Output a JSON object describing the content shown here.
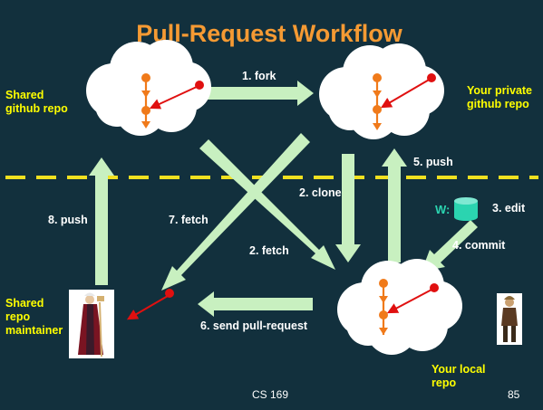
{
  "title": "Pull-Request Workflow",
  "nodes": {
    "shared_repo": [
      "Shared",
      "github repo"
    ],
    "private_repo": [
      "Your private",
      "github repo"
    ],
    "local_repo": [
      "Your local",
      "repo"
    ],
    "maintainer": [
      "Shared",
      "repo",
      "maintainer"
    ]
  },
  "steps": {
    "fork": "1. fork",
    "clone": "2. clone",
    "fetch2": "2. fetch",
    "edit": "3. edit",
    "commit": "4. commit",
    "push5": "5. push",
    "send_pr": "6. send pull-request",
    "fetch7": "7. fetch",
    "push8": "8. push"
  },
  "workdir_label": "W:",
  "footer": {
    "course": "CS 169",
    "page": "85"
  },
  "colors": {
    "background": "#12303d",
    "title": "#f59a33",
    "node_labels": "#ffff00",
    "step_labels": "#ffffff",
    "arrows": "#c8f0c0",
    "divider": "#f0e020",
    "commit_nodes": "#f07a1a",
    "pointer": "#e01010",
    "workdir": "#2bd4b0"
  }
}
